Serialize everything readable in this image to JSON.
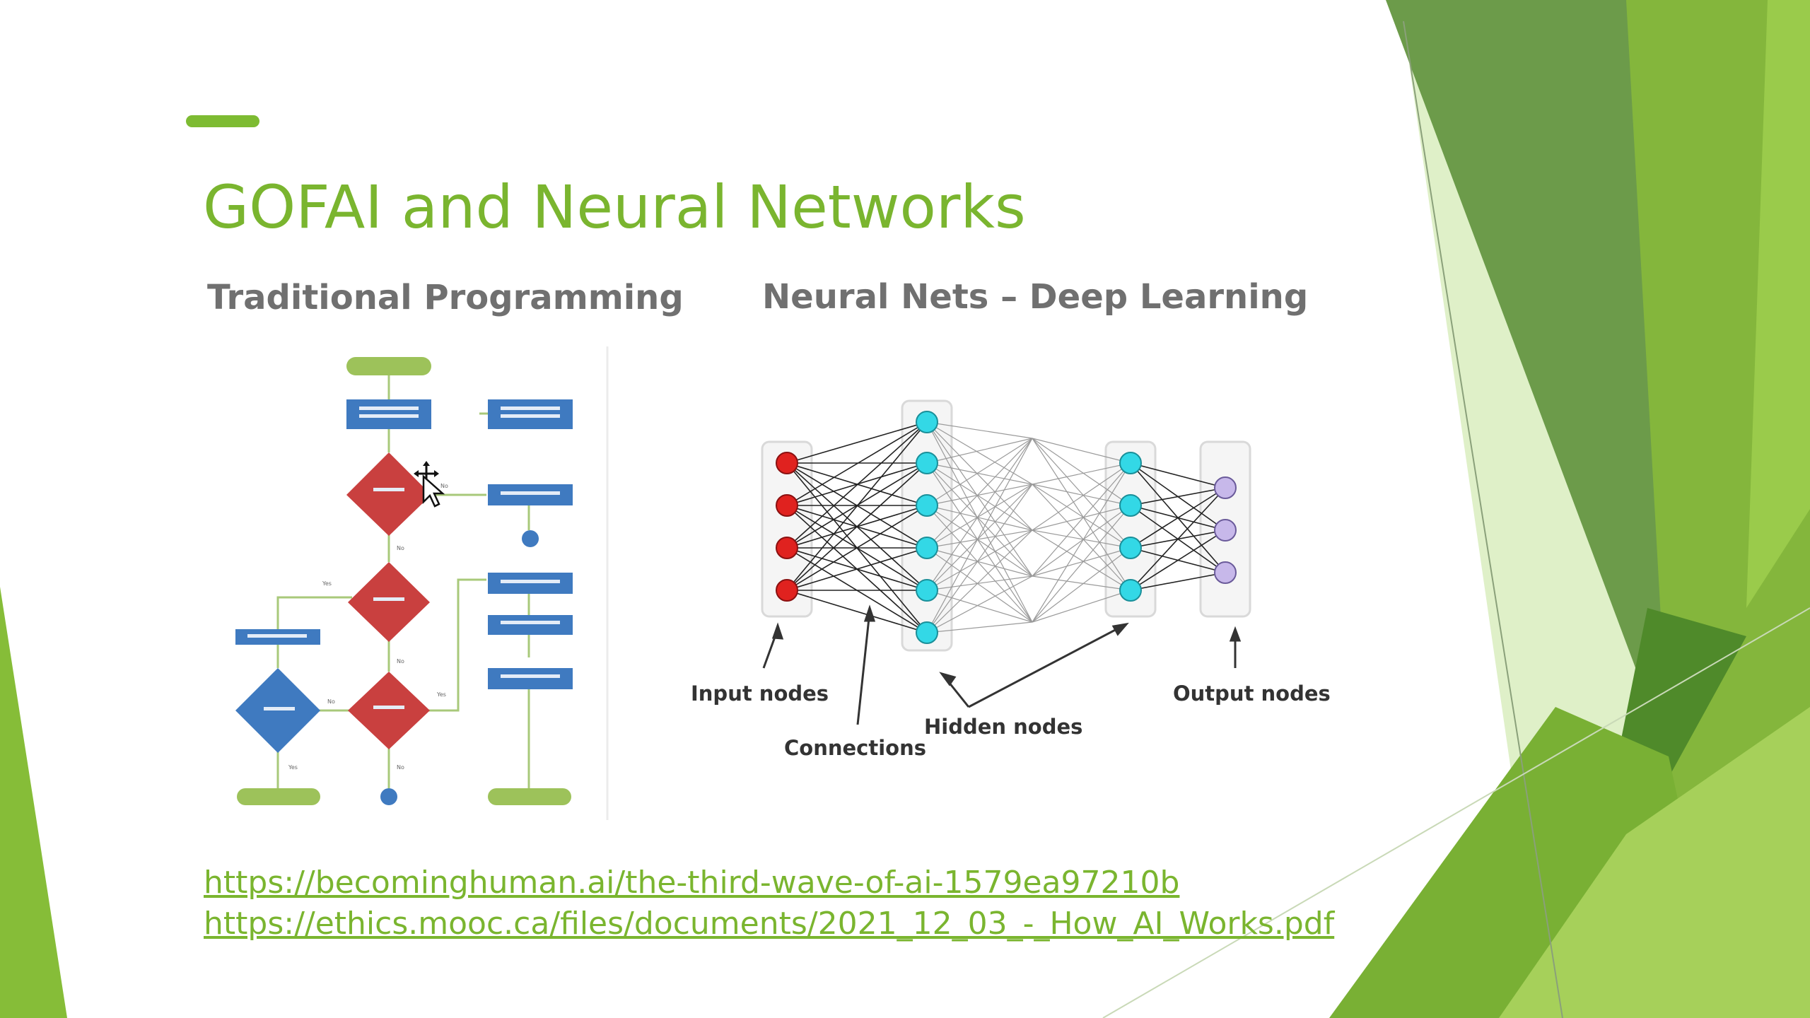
{
  "slide": {
    "title": "GOFAI and Neural Networks",
    "left_heading": "Traditional Programming",
    "right_heading": "Neural Nets – Deep Learning"
  },
  "diagram_labels": {
    "input_nodes": "Input nodes",
    "connections": "Connections",
    "hidden_nodes": "Hidden nodes",
    "output_nodes": "Output nodes"
  },
  "flowchart_labels": {
    "yes": "Yes",
    "no": "No"
  },
  "links": [
    "https://becominghuman.ai/the-third-wave-of-ai-1579ea97210b",
    "https://ethics.mooc.ca/files/documents/2021_12_03_-_How_AI_Works.pdf"
  ],
  "colors": {
    "accent_green": "#7ab52f",
    "dark_green": "#5e9a3b",
    "heading_grey": "#707070",
    "input_node": "#e0221f",
    "hidden_node": "#33d8e6",
    "output_node": "#c7b8ea",
    "flow_box_blue": "#3f7ac0",
    "flow_diamond_red": "#c9403f",
    "flow_terminal_green": "#9dc25a"
  }
}
